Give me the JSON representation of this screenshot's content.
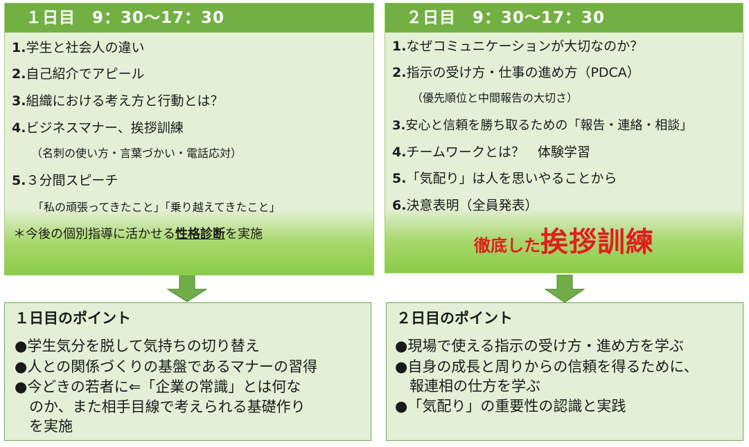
{
  "day1": {
    "header": "１日目　9：30〜17：30",
    "items": [
      {
        "num": "1.",
        "text": "学生と社会人の違い"
      },
      {
        "num": "2.",
        "text": "自己紹介でアピール"
      },
      {
        "num": "3.",
        "text": "組織における考え方と行動とは？"
      },
      {
        "num": "4.",
        "text": "ビジネスマナー、挨拶訓練"
      },
      {
        "num": "5.",
        "text": "３分間スピーチ"
      }
    ],
    "notes": [
      "（名刺の使い方・言葉づかい・電話応対）",
      "「私の頑張ってきたこと」「乗り越えてきたこと」"
    ],
    "footnote": {
      "pre": "＊今後の個別指導に活かせる",
      "emph": "性格診断",
      "post": "を実施"
    }
  },
  "day2": {
    "header": "２日目　9：30〜17：30",
    "items": [
      {
        "num": "1.",
        "text": "なぜコミュニケーションが大切なのか？"
      },
      {
        "num": "2.",
        "text": "指示の受け方・仕事の進め方（PDCA）"
      },
      {
        "num": "3.",
        "text": "安心と信頼を勝ち取るための「報告・連絡・相談」"
      },
      {
        "num": "4.",
        "text": "チームワークとは？　体験学習"
      },
      {
        "num": "5.",
        "text": "「気配り」は人を思いやることから"
      },
      {
        "num": "6.",
        "text": "決意表明（全員発表）"
      }
    ],
    "notes": [
      "（優先順位と中間報告の大切さ）"
    ],
    "callout": {
      "small": "徹底した",
      "big": "挨拶訓練"
    }
  },
  "point1": {
    "title": "１日目のポイント",
    "lines": [
      "●学生気分を脱して気持ちの切り替え",
      "●人との関係づくりの基盤であるマナーの習得",
      "●今どきの若者に⇐「企業の常識」とは何な",
      "　のか、また相手目線で考えられる基礎作り",
      "　を実施"
    ]
  },
  "point2": {
    "title": "２日目のポイント",
    "lines": [
      "●現場で使える指示の受け方・進め方を学ぶ",
      "●自身の成長と周りからの信頼を得るために、",
      "　報連相の仕方を学ぶ",
      "●「気配り」の重要性の認識と実践"
    ]
  },
  "colors": {
    "header_green": "#72b043",
    "panel_light": "#e3f0d6",
    "panel_gradient_bottom": "#8acb48",
    "arrow_green": "#70ad47",
    "callout_red": "#e01e1e"
  }
}
